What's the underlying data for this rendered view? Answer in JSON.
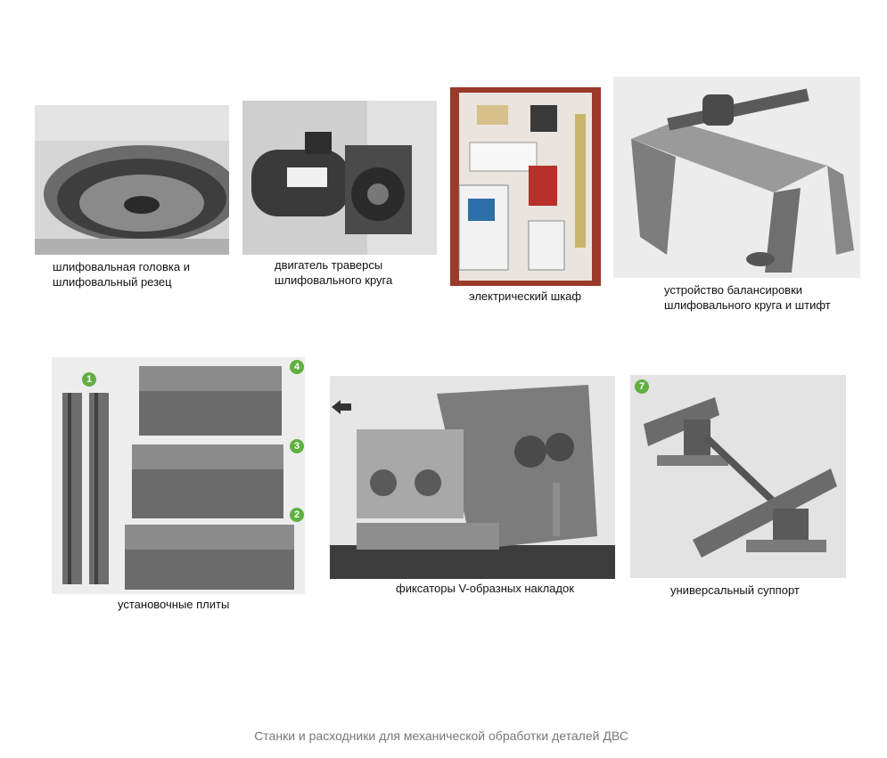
{
  "items": [
    {
      "caption": [
        "шлифовальная головка и",
        "шлифовальный резец"
      ]
    },
    {
      "caption": [
        "двигатель траверсы",
        "шлифовального круга"
      ]
    },
    {
      "caption": [
        "электрический шкаф"
      ]
    },
    {
      "caption": [
        "устройство балансировки",
        "шлифовального круга и штифт"
      ]
    },
    {
      "caption": [
        "установочные плиты"
      ],
      "badges": [
        "1",
        "4",
        "3",
        "2"
      ]
    },
    {
      "caption": [
        "фиксаторы V-образных накладок"
      ]
    },
    {
      "caption": [
        "универсальный суппорт"
      ],
      "badges": [
        "7"
      ]
    }
  ],
  "footer": "Станки и расходники для механической обработки деталей ДВС",
  "colors": {
    "badge": "#5fb040",
    "footer_text": "#777777",
    "cabinet": "#9a3a2a"
  }
}
